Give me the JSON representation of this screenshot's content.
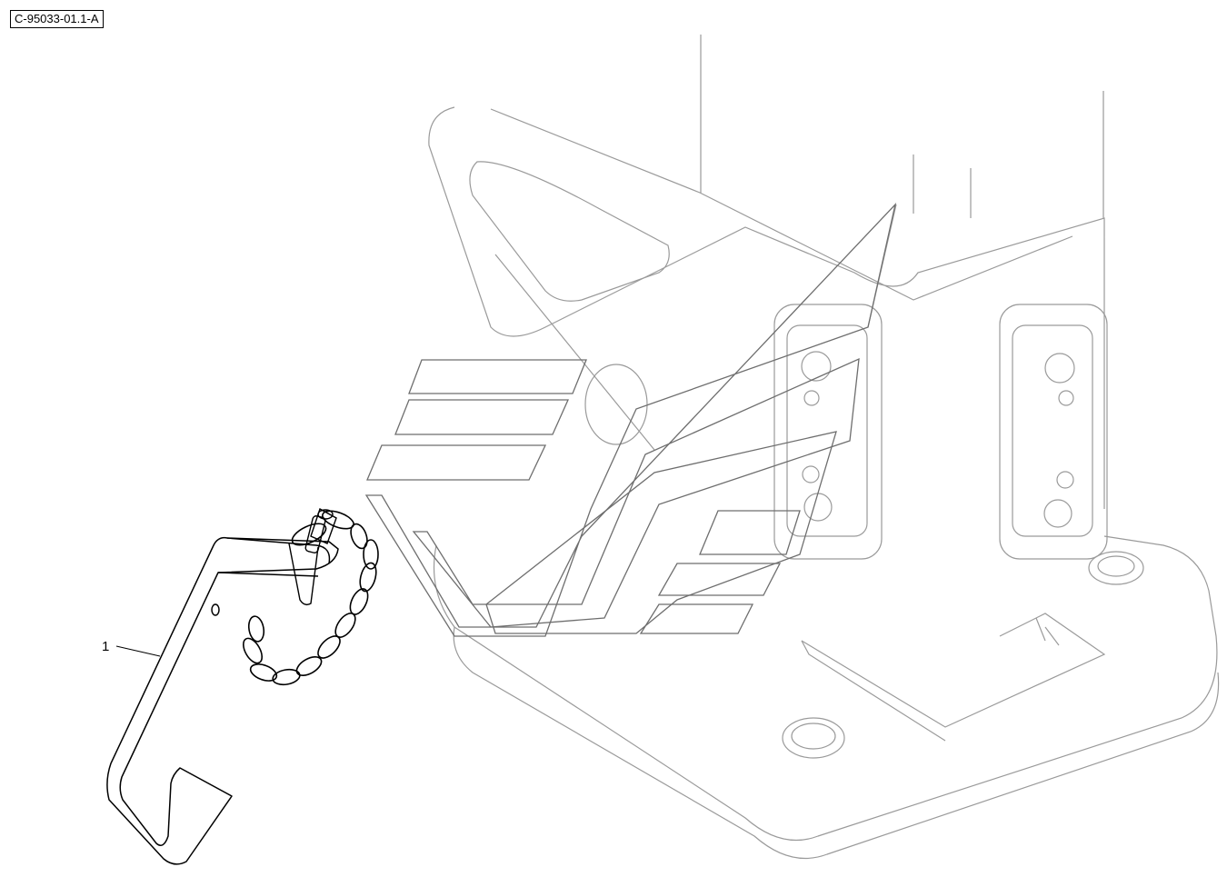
{
  "drawing": {
    "reference_code": "C-95033-01.1-A",
    "callouts": [
      {
        "label": "1",
        "part": "hitch-pin-with-chain"
      }
    ],
    "line_color": "#000000",
    "ghost_line_color": "#999999",
    "watermark_color": "#6e6e6e",
    "background": "#ffffff"
  }
}
